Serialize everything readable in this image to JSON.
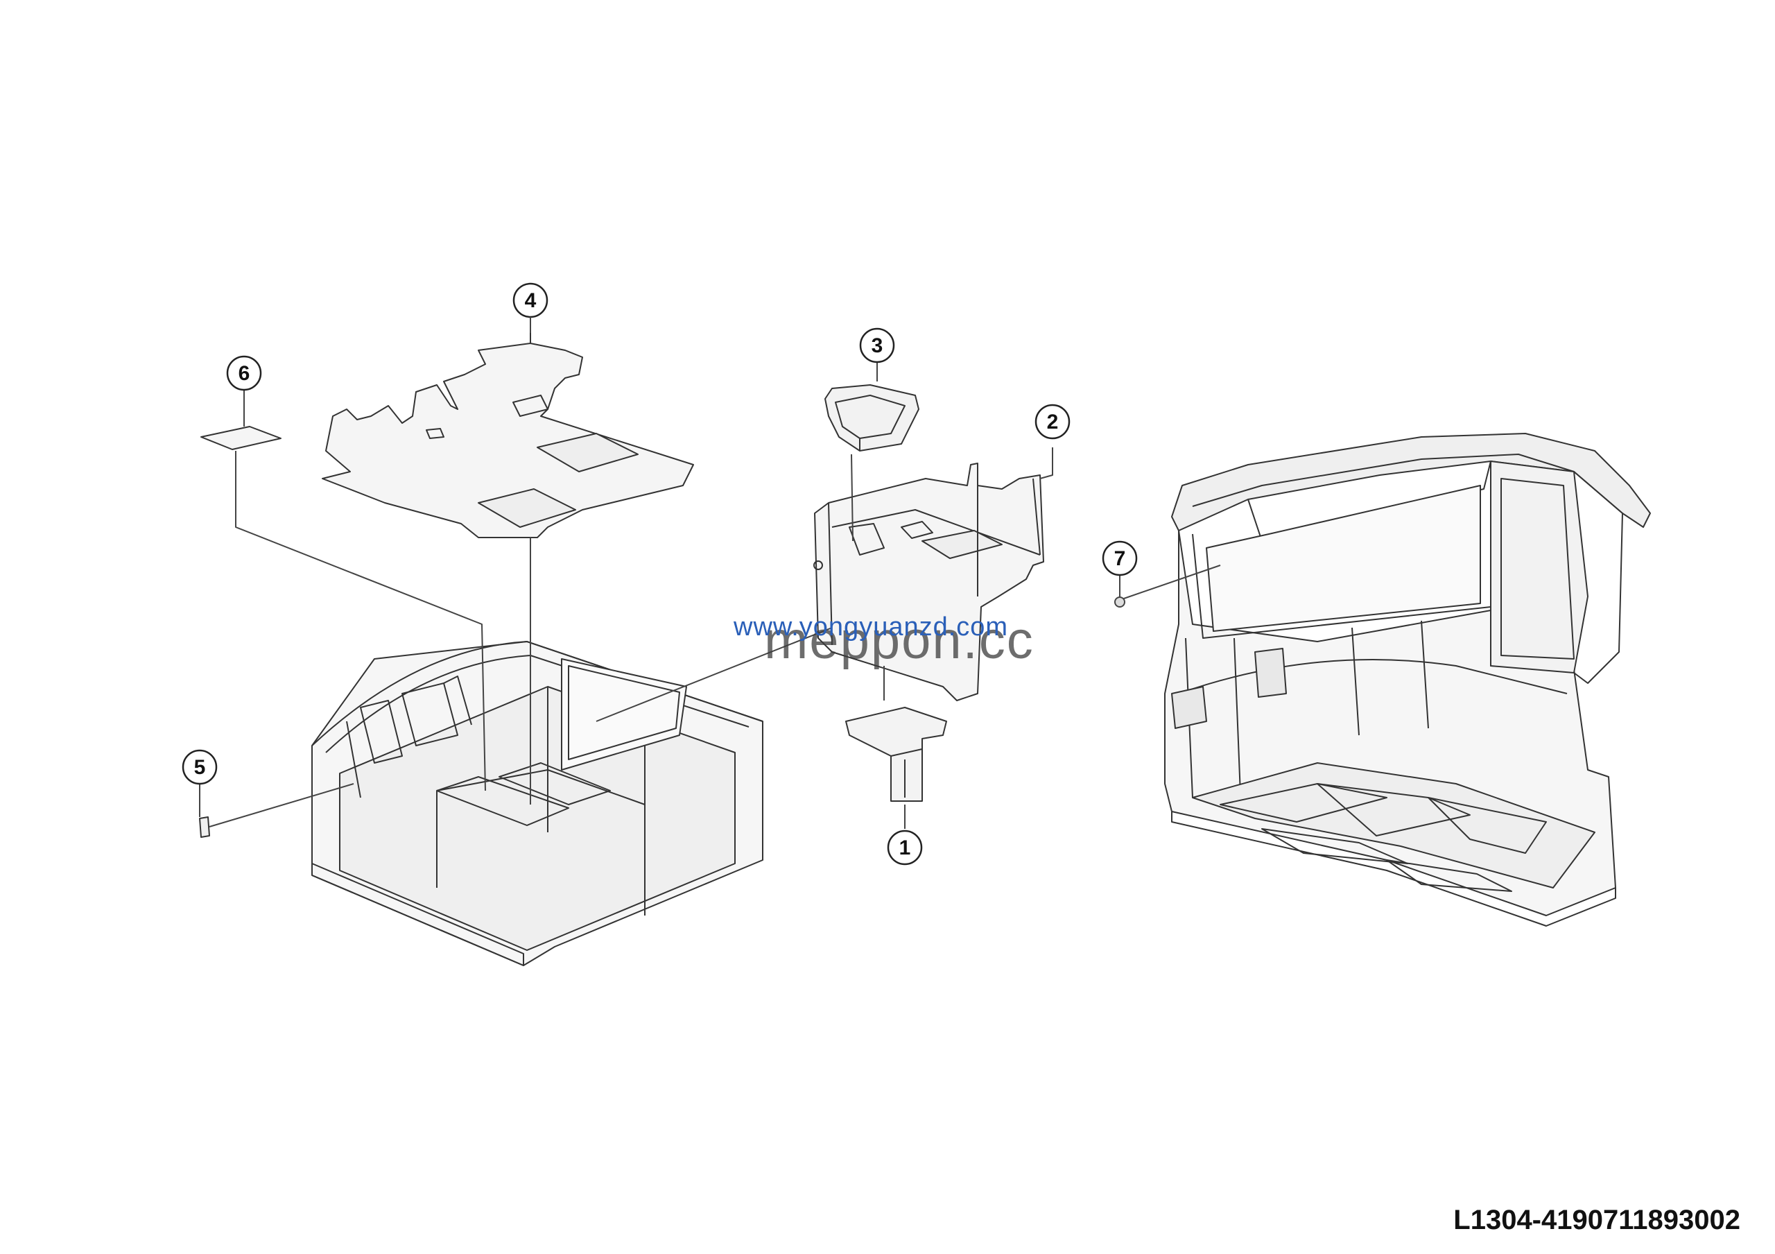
{
  "diagram": {
    "drawing_code": "L1304-4190711893002",
    "watermarks": {
      "blue_text": "www.yongyuanzd.com",
      "grey_text": "meppon.cc"
    },
    "callouts": [
      {
        "number": "1"
      },
      {
        "number": "2"
      },
      {
        "number": "3"
      },
      {
        "number": "4"
      },
      {
        "number": "5"
      },
      {
        "number": "6"
      },
      {
        "number": "7"
      }
    ],
    "colors": {
      "line": "#444444",
      "outline": "#333333",
      "fill": "#f4f4f4"
    }
  }
}
